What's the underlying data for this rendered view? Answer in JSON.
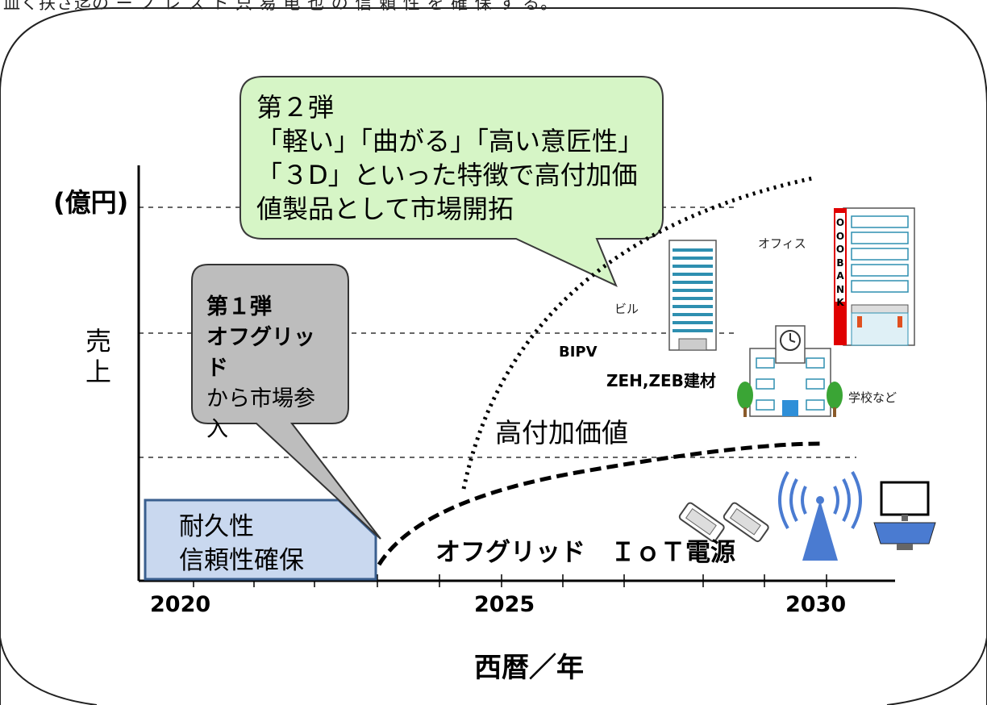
{
  "page_header_text": "皿く扶さ迄の ー ノ レ ス ト 只 易 电 也 の 信 頼 性 を 確 保 す る。",
  "diagram": {
    "y_axis": {
      "unit": "(億円)",
      "label": "売上"
    },
    "x_axis": {
      "title": "西暦／年",
      "years": [
        "2020",
        "2025",
        "2030"
      ]
    },
    "phase0": {
      "text": "耐久性\n信頼性確保"
    },
    "callout1": {
      "line1": "第１弾",
      "line2": "オフグリッド",
      "line3": "から市場参入"
    },
    "callout2": {
      "text": "第２弾\n「軽い」「曲がる」「高い意匠性」「３D」といった特徴で高付加価値製品として市場開拓"
    },
    "curves": {
      "iot": {
        "label": "オフグリッド　ＩｏＴ電源"
      },
      "high_value": {
        "label": "高付加価値"
      }
    },
    "labels": {
      "bipv": "BIPV",
      "zeh": "ZEH,ZEB建材",
      "building": "ビル",
      "office": "オフィス",
      "school": "学校など",
      "bank_sign": "OOOBANK"
    },
    "icons": [
      "phone-icon",
      "phone-icon",
      "antenna-icon",
      "computer-icon",
      "building-icon",
      "office-bank-icon",
      "school-icon"
    ],
    "colors": {
      "callout2_fill": "#d6f5c6",
      "callout2_border": "#3a3a3a",
      "callout1_fill": "#bdbdbd",
      "phase0_fill": "#c9d8ef",
      "phase0_border": "#3a5f8f",
      "antenna_blue": "#4a7bd1",
      "bank_red": "#e00000"
    }
  }
}
